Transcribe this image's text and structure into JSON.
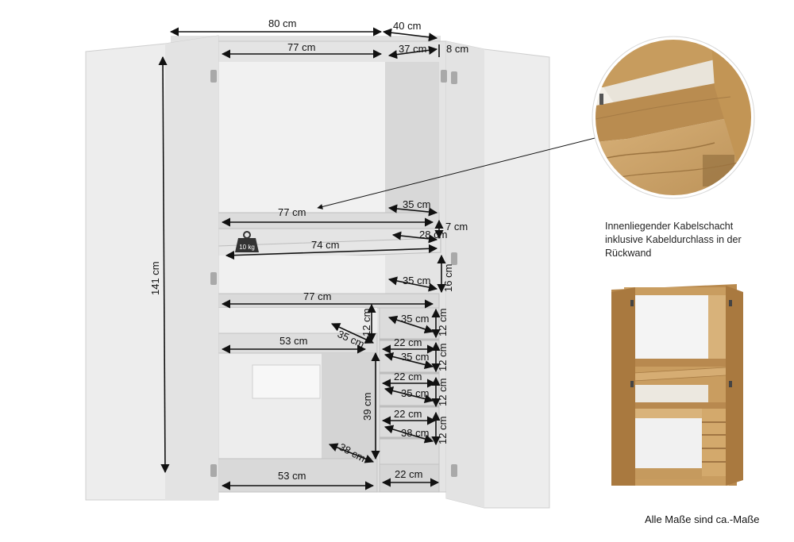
{
  "caption": {
    "line1": "Innenliegender Kabelschacht",
    "line2": "inklusive Kabeldurchlass in der",
    "line3": "Rückwand"
  },
  "footnote": "Alle Maße sind ca.-Maße",
  "weight_label": "10 kg",
  "dimensions": {
    "width_outer": "80 cm",
    "depth_outer": "40 cm",
    "width_inner_top": "77 cm",
    "depth_inner_top": "37 cm",
    "top_panel": "8 cm",
    "height_total": "141 cm",
    "shelf_width_upper": "77 cm",
    "shelf_depth_upper": "35 cm",
    "gap_7": "7 cm",
    "pullout_depth": "28 cm",
    "pullout_width": "74 cm",
    "mid_depth": "35 cm",
    "mid_height": "16 cm",
    "mid_width": "77 cm",
    "left_shelf_width": "53 cm",
    "left_shelf_depth": "35 cm",
    "left_shelf_height": "12 cm",
    "cubby1_depth": "35 cm",
    "cubby1_height": "12 cm",
    "cubby2_width": "22 cm",
    "cubby2_depth": "35 cm",
    "cubby2_height": "12 cm",
    "cubby3_width": "22 cm",
    "cubby3_depth": "35 cm",
    "cubby3_height": "12 cm",
    "cubby4_width": "22 cm",
    "cubby4_depth": "38 cm",
    "cubby4_height": "12 cm",
    "lower_height": "39 cm",
    "bottom_depth": "38 cm",
    "bottom_width": "53 cm",
    "bottom_right_width": "22 cm"
  },
  "colors": {
    "white_panel": "#eeeeee",
    "oak": "#caa46a",
    "oak_dark": "#a27b44",
    "back_panel": "#ededed"
  }
}
